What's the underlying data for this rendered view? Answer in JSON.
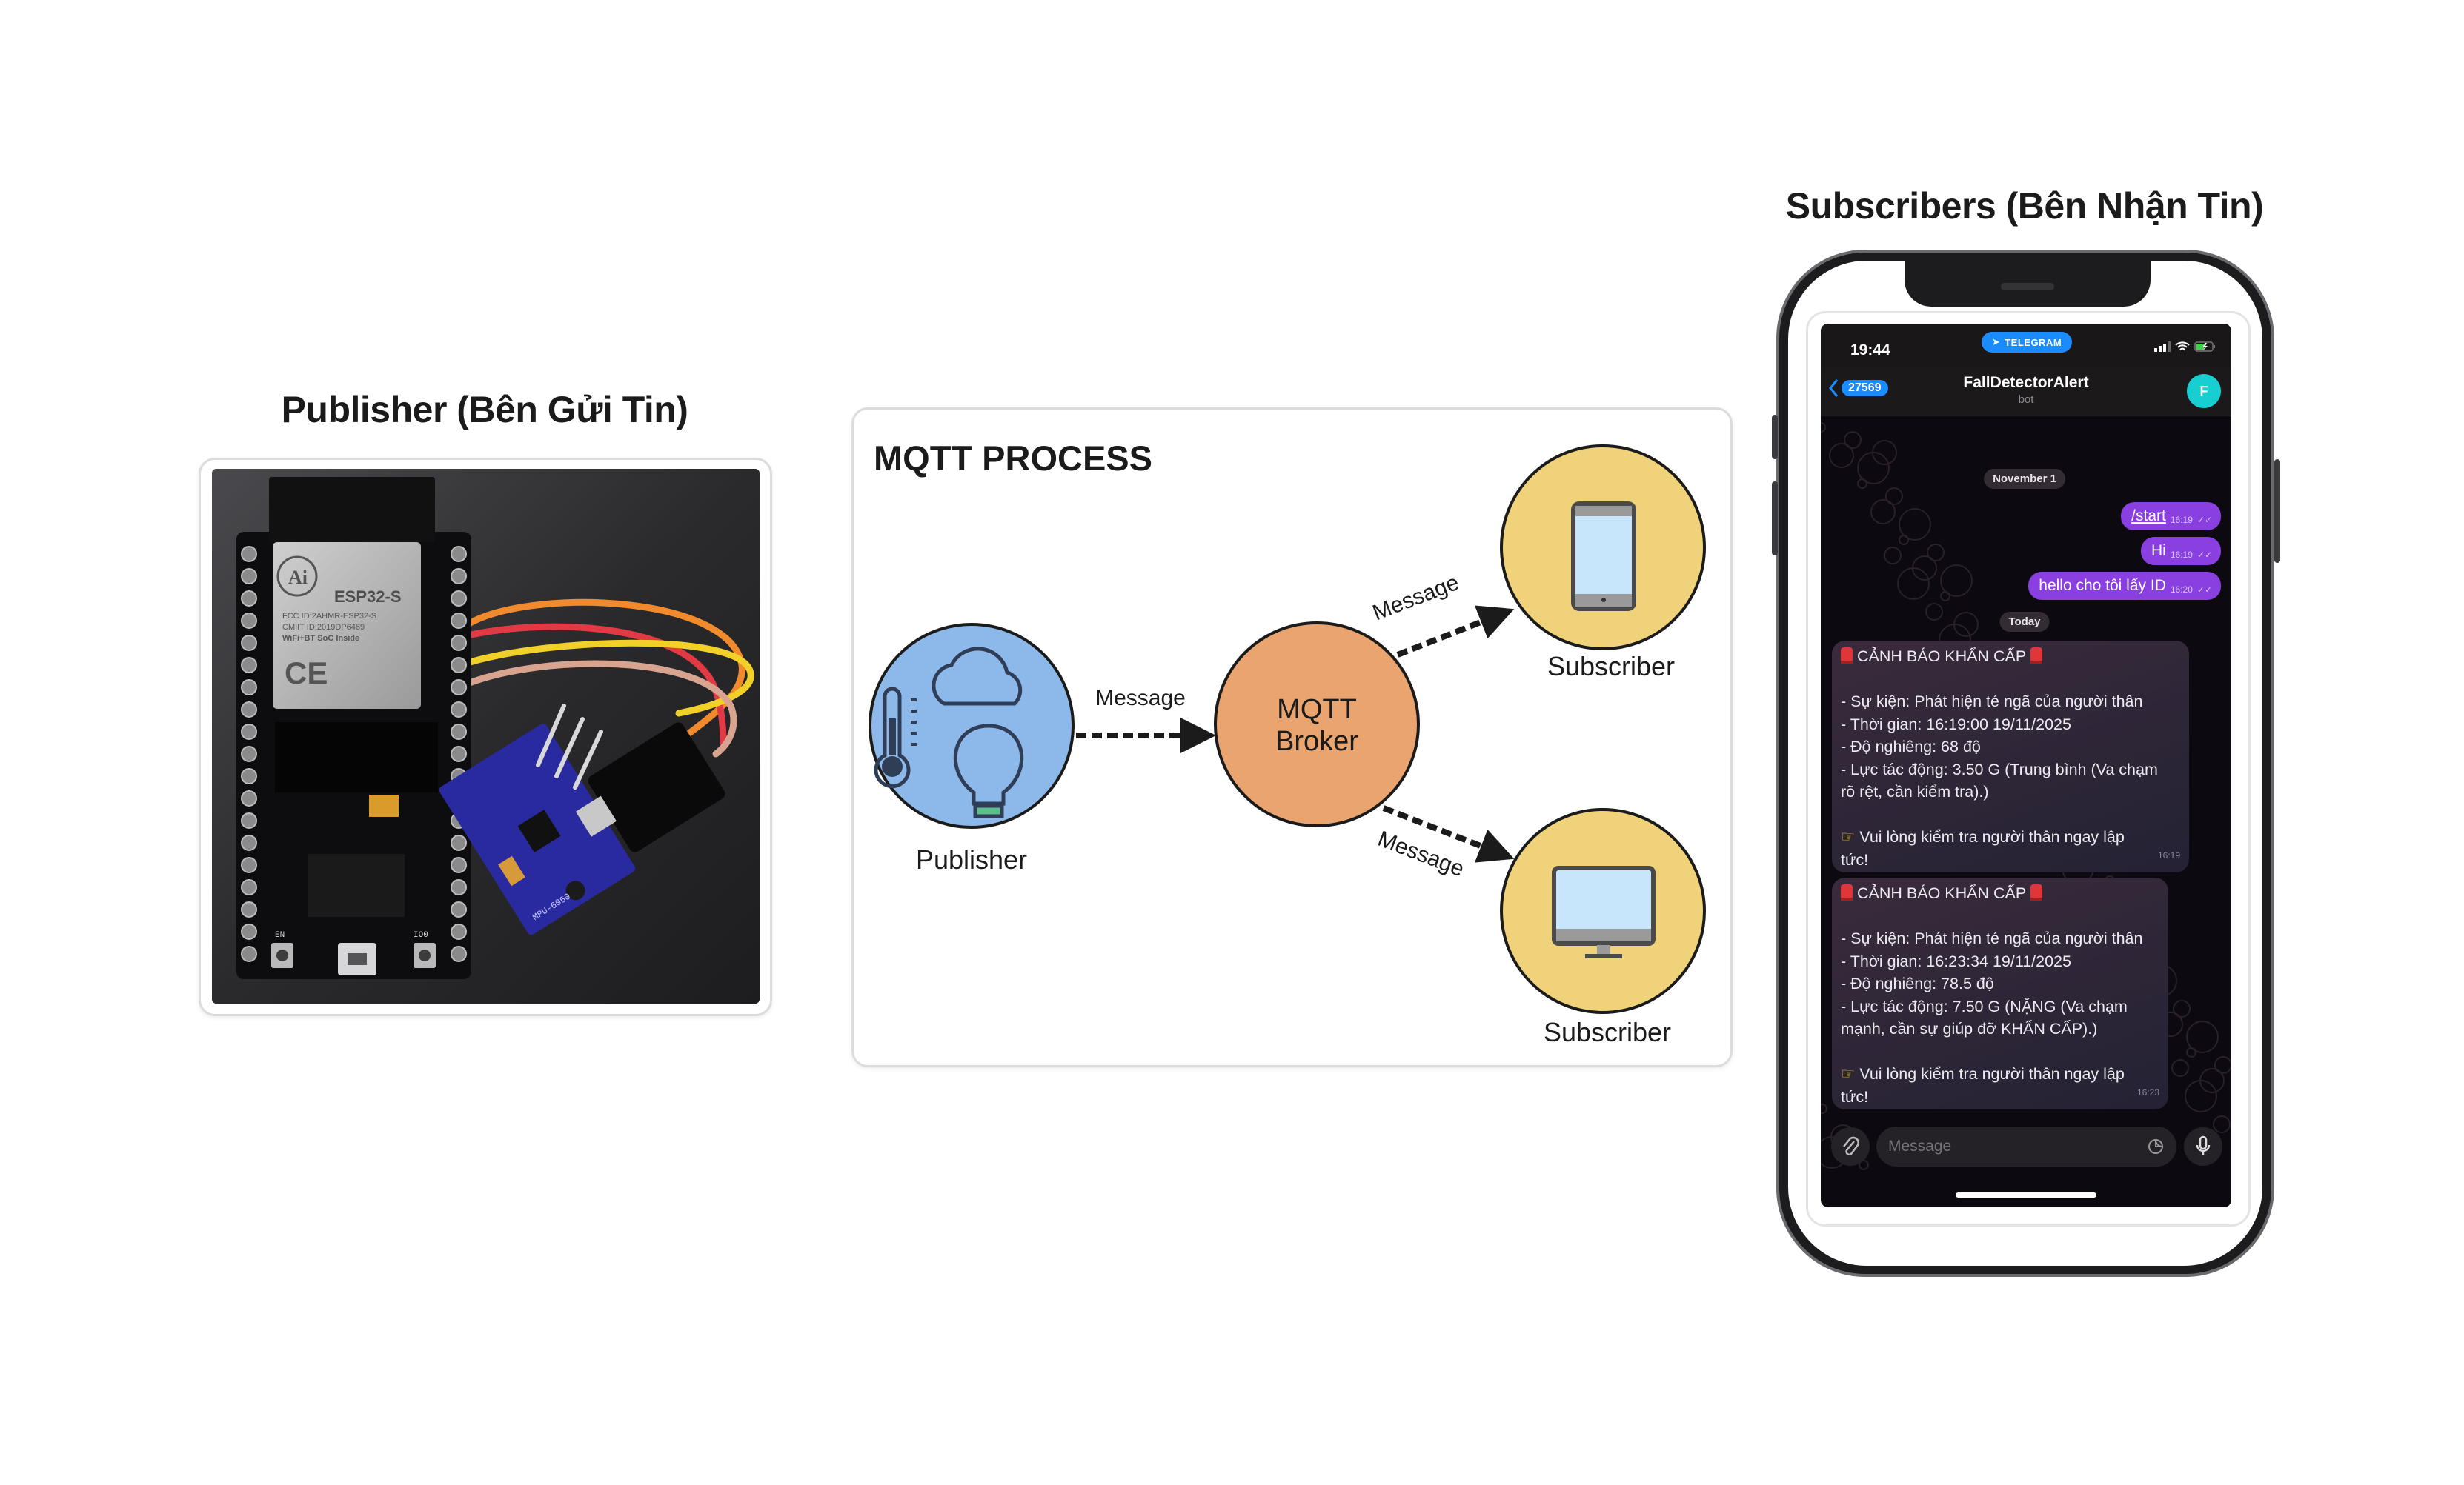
{
  "titles": {
    "publisher": "Publisher (Bên Gửi Tin)",
    "subscribers": "Subscribers (Bên Nhận Tin)"
  },
  "photo": {
    "module_brand": "Ai",
    "module_name": "ESP32-S",
    "module_fcc": "FCC ID:2AHMR-ESP32-S",
    "module_cmiit": "CMIIT ID:2019DP6469",
    "module_soc": "WiFi+BT SoC Inside",
    "button_en": "EN",
    "button_io0": "IO0",
    "sensor_name": "MPU-6050"
  },
  "diagram": {
    "title": "MQTT PROCESS",
    "publisher_label": "Publisher",
    "broker_label_line1": "MQTT",
    "broker_label_line2": "Broker",
    "subscriber_top_label": "Subscriber",
    "subscriber_bottom_label": "Subscriber",
    "arrow_pub_label": "Message",
    "arrow_top_label": "Message",
    "arrow_bottom_label": "Message",
    "colors": {
      "publisher": "#8db8ea",
      "broker": "#e9a46f",
      "subscriber": "#f0d27a"
    }
  },
  "phone": {
    "status": {
      "time": "19:44",
      "app_pill": "TELEGRAM"
    },
    "header": {
      "back_count": "27569",
      "chat_title": "FallDetectorAlert",
      "chat_subtitle": "bot",
      "avatar_letter": "F"
    },
    "date_separators": [
      "November 1",
      "Today"
    ],
    "outgoing": [
      {
        "text": "/start",
        "time": "16:19"
      },
      {
        "text": "Hi",
        "time": "16:19"
      },
      {
        "text": "hello cho tôi lấy ID",
        "time": "16:20"
      }
    ],
    "alerts": [
      {
        "heading": "CẢNH BÁO KHẨN CẤP",
        "lines": [
          "- Sự kiện: Phát hiện té ngã của người thân",
          "- Thời gian: 16:19:00 19/11/2025",
          "- Độ nghiêng: 68 độ",
          "- Lực tác động: 3.50 G (Trung bình (Va chạm",
          "rõ rệt, cần kiểm tra).)"
        ],
        "footer_line1": "Vui lòng kiểm tra người thân ngay lập",
        "footer_line2": "tức!",
        "time": "16:19"
      },
      {
        "heading": "CẢNH BÁO KHẨN CẤP",
        "lines": [
          "- Sự kiện: Phát hiện té ngã của người thân",
          "- Thời gian: 16:23:34 19/11/2025",
          "- Độ nghiêng: 78.5 độ",
          "- Lực tác động: 7.50 G (NẶNG (Va chạm",
          "mạnh, cần sự giúp đỡ KHẨN CẤP).)"
        ],
        "footer_line1": "Vui lòng kiểm tra người thân ngay lập",
        "footer_line2": "tức!",
        "time": "16:23"
      }
    ],
    "input": {
      "placeholder": "Message"
    }
  }
}
